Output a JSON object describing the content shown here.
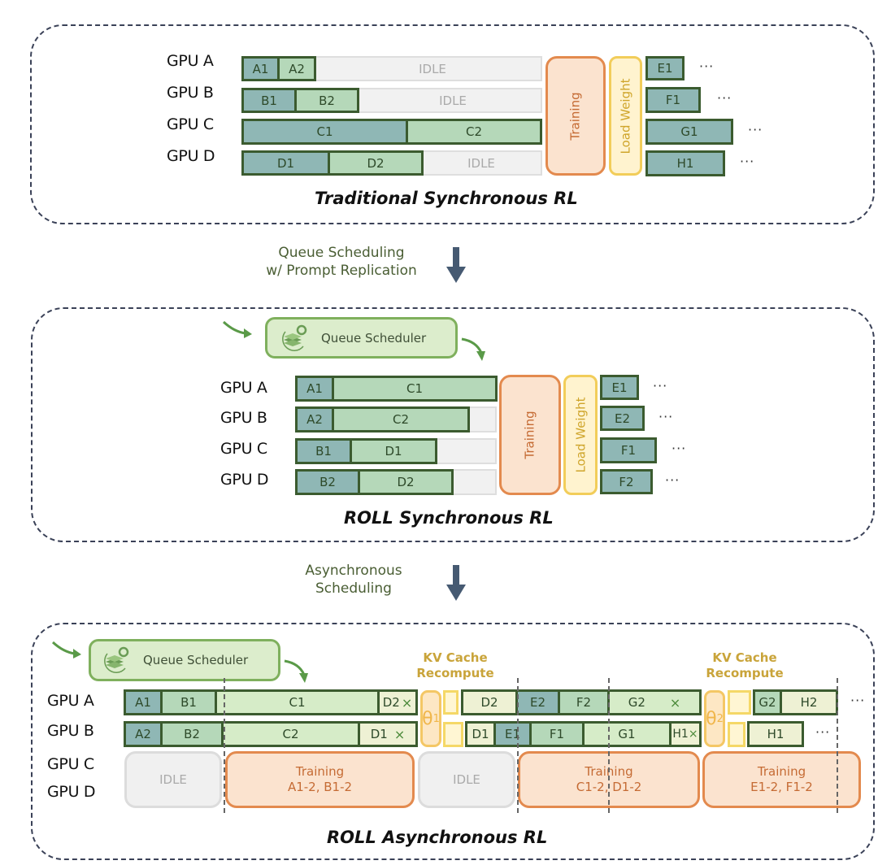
{
  "gpu_labels": [
    "GPU A",
    "GPU B",
    "GPU C",
    "GPU D"
  ],
  "ellipsis": "···",
  "idle_label": "IDLE",
  "training_label": "Training",
  "load_weight_label": "Load Weight",
  "queue_scheduler_label": "Queue Scheduler",
  "kv_cache_label": [
    "KV Cache",
    "Recompute"
  ],
  "theta1": "θ",
  "theta1_sub": "1",
  "theta2": "θ",
  "theta2_sub": "2",
  "cancel_mark": "×",
  "panel1": {
    "title": "Traditional Synchronous RL",
    "rows": [
      {
        "blocks": [
          "A1",
          "A2"
        ]
      },
      {
        "blocks": [
          "B1",
          "B2"
        ]
      },
      {
        "blocks": [
          "C1",
          "C2"
        ]
      },
      {
        "blocks": [
          "D1",
          "D2"
        ]
      }
    ],
    "after": [
      "E1",
      "F1",
      "G1",
      "H1"
    ]
  },
  "transition1": [
    "Queue Scheduling",
    "w/ Prompt Replication"
  ],
  "panel2": {
    "title": "ROLL Synchronous RL",
    "rows": [
      {
        "blocks": [
          "A1",
          "C1"
        ]
      },
      {
        "blocks": [
          "A2",
          "C2"
        ]
      },
      {
        "blocks": [
          "B1",
          "D1"
        ]
      },
      {
        "blocks": [
          "B2",
          "D2"
        ]
      }
    ],
    "after": [
      "E1",
      "E2",
      "F1",
      "F2"
    ]
  },
  "transition2": [
    "Asynchronous",
    "Scheduling"
  ],
  "panel3": {
    "title": "ROLL Asynchronous RL",
    "row_a": [
      "A1",
      "B1",
      "C1",
      "D2",
      "D2",
      "E2",
      "F2",
      "G2",
      "G2",
      "H2"
    ],
    "row_b": [
      "A2",
      "B2",
      "C2",
      "D1",
      "D1",
      "E1",
      "F1",
      "G1",
      "H1",
      "H1"
    ],
    "training_blocks": [
      {
        "title": "Training",
        "subtitle": "A1-2, B1-2"
      },
      {
        "title": "Training",
        "subtitle": "C1-2, D1-2"
      },
      {
        "title": "Training",
        "subtitle": "E1-2, F1-2"
      }
    ]
  }
}
